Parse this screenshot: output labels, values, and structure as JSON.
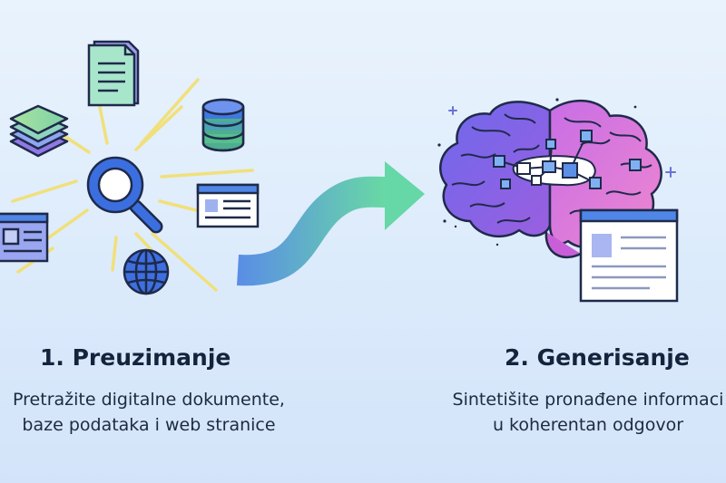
{
  "steps": [
    {
      "title": "1. Preuzimanje",
      "description_lines": [
        "Pretražite digitalne dokumente,",
        "baze podataka i web stranice"
      ]
    },
    {
      "title": "2. Generisanje",
      "description_lines": [
        "Sintetišite pronađene informaci",
        "u koherentan odgovor"
      ]
    }
  ],
  "icons": {
    "retrieval": [
      "search-icon",
      "document-icon",
      "layers-icon",
      "database-icon",
      "webpage-icon",
      "globe-icon"
    ],
    "generation": [
      "brain-icon",
      "webpage-icon",
      "sparkle-icon"
    ],
    "transition": "arrow-icon"
  },
  "colors": {
    "text": "#16233d",
    "arrow_start": "#5b8fe6",
    "arrow_end": "#66d7a8",
    "brain_purple": "#7c63e6",
    "brain_pink": "#e07ad8",
    "search_blue": "#3b6fe0",
    "rays": "#f3e27a"
  }
}
